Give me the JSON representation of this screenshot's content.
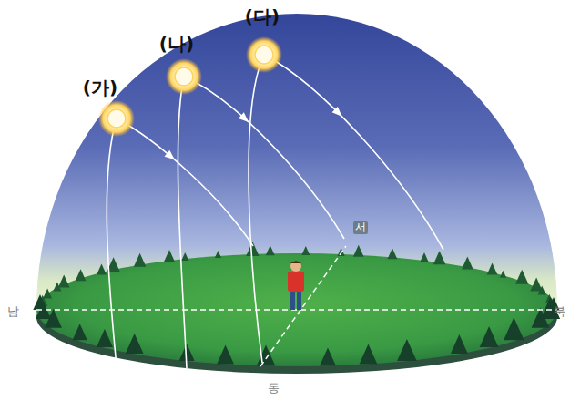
{
  "diagram": {
    "labels": [
      "(가)",
      "(나)",
      "(다)",
      "서",
      "남",
      "북",
      "동"
    ]
  }
}
